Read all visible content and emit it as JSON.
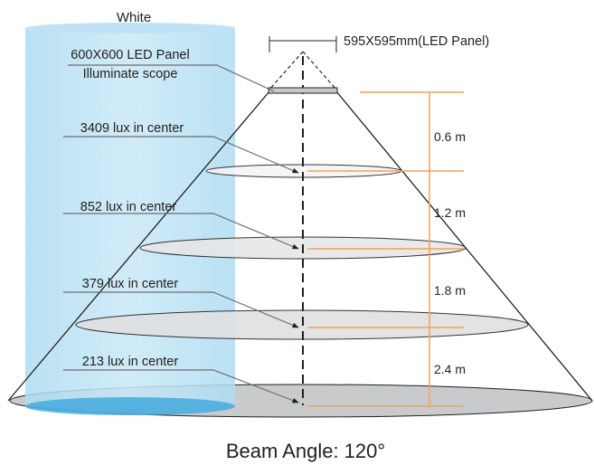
{
  "color_label": "White",
  "panel": {
    "name_line1": "600X600 LED Panel",
    "name_line2": "Illuminate scope",
    "size_label": "595X595mm(LED Panel)"
  },
  "levels": [
    {
      "lux_label": "3409 lux in center",
      "distance": "0.6 m"
    },
    {
      "lux_label": "852 lux in center",
      "distance": "1.2 m"
    },
    {
      "lux_label": "379 lux in center",
      "distance": "1.8 m"
    },
    {
      "lux_label": "213 lux in center",
      "distance": "2.4 m"
    }
  ],
  "caption": "Beam Angle: 120°",
  "colors": {
    "column_fill": "#bfe3f5",
    "column_base": "#4aaee0",
    "orange": "#f0a15a",
    "cone_line": "#231f20",
    "ellipse_fill": "#e6e7e8",
    "bottom_ellipse_fill": "#c9cacb"
  }
}
